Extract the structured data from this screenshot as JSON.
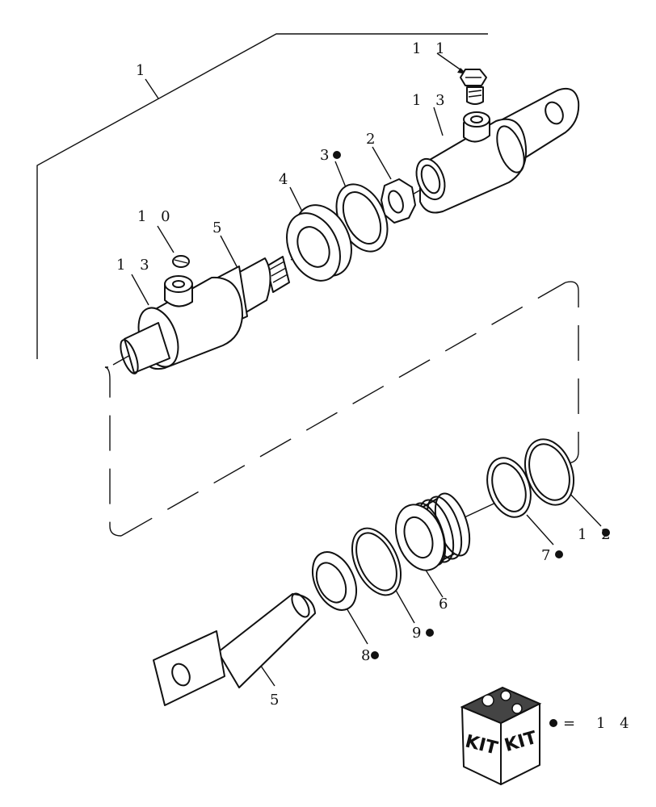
{
  "callouts": {
    "c1": "1",
    "c2": "2",
    "c3": "3",
    "c4": "4",
    "c5_top": "5",
    "c5_bottom": "5",
    "c6": "6",
    "c7": "7",
    "c8": "8",
    "c9": "9",
    "c10": "1 0",
    "c11": "1 1",
    "c12": "1 2",
    "c13_right": "1 3",
    "c13_left": "1 3"
  },
  "legend": {
    "kit_label_left": "KIT",
    "kit_label_right": "KIT",
    "equals": "=",
    "kit_ref": "1 4"
  }
}
